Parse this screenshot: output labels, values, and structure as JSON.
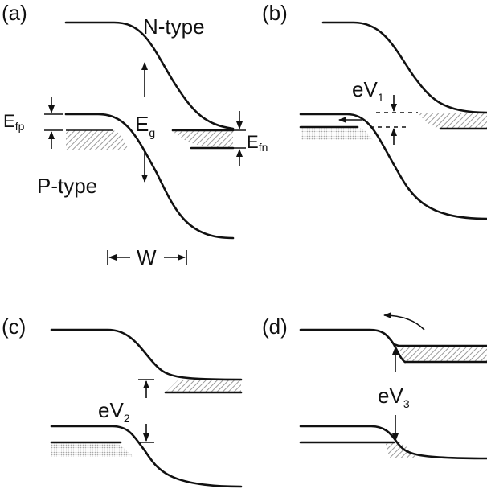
{
  "panels": {
    "a": {
      "label": "(a)",
      "n_type": "N-type",
      "p_type": "P-type",
      "E_g": "E",
      "E_g_sub": "g",
      "E_fp": "E",
      "E_fp_sub": "fp",
      "E_fn": "E",
      "E_fn_sub": "fn",
      "W": "W"
    },
    "b": {
      "label": "(b)",
      "eV": "eV",
      "eV_sub": "1"
    },
    "c": {
      "label": "(c)",
      "eV": "eV",
      "eV_sub": "2"
    },
    "d": {
      "label": "(d)",
      "eV": "eV",
      "eV_sub": "3"
    }
  },
  "colors": {
    "line": "#111111",
    "hatch_fill": "#bdbdbd",
    "background": "#ffffff"
  }
}
